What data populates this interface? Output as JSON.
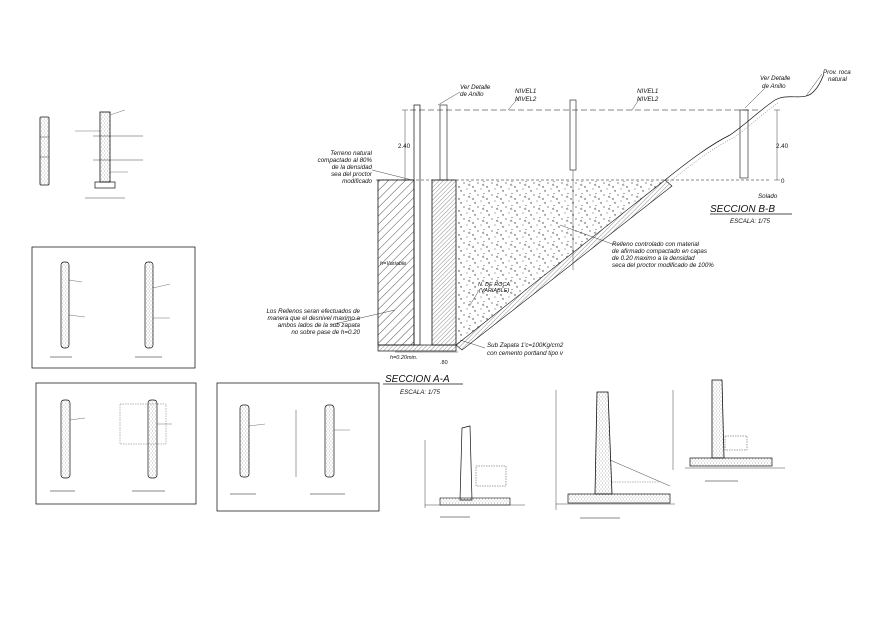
{
  "main_section": {
    "title_a": "SECCION A-A",
    "scale_a": "ESCALA: 1/75",
    "title_b": "SECCION B-B",
    "scale_b": "ESCALA: 1/75",
    "ver_detalle_left_1": "Ver Detalle",
    "ver_detalle_left_2": "de Anillo",
    "ver_detalle_right_1": "Ver Detalle",
    "ver_detalle_right_2": "de Anillo",
    "nivel1_a": "NIVEL1",
    "nivel2_a": "NIVEL2",
    "nivel1_b": "NIVEL1",
    "nivel2_b": "NIVEL2",
    "prov_roca_1": "Prov. roca",
    "prov_roca_2": "natural",
    "dim_240_left": "2.40",
    "dim_240_right": "2.40",
    "solado": "Solado",
    "zero_mark": "0",
    "terreno": [
      "Terreno natural",
      "compactado al 80%",
      "de la densidad",
      "sea del proctor",
      "modificado"
    ],
    "relleno": [
      "Relleno controlado con material",
      "de afirmado compactado en capas",
      "de 0.20 maximo a la densidad",
      "seca del proctor modificado de 100%"
    ],
    "rellenos_nota": [
      "Los Rellenos seran efectuados de",
      "manera que el desnivel maximo a",
      "ambos lados de la sub zapata",
      "no sobre pase de h=0.20"
    ],
    "sub_zapata": [
      "Sub Zapata 1'c=100Kg/cm2",
      "con cemento portland tipo v"
    ],
    "h_variable": "h=Variable",
    "n_de_roca_1": "N. DE ROCA",
    "n_de_roca_2": "(VARIABLE)",
    "h_020": "h=0.20min.",
    "dim_80": ".80"
  },
  "colors": {
    "line": "#111111",
    "background": "#ffffff",
    "frame": "#222222"
  }
}
